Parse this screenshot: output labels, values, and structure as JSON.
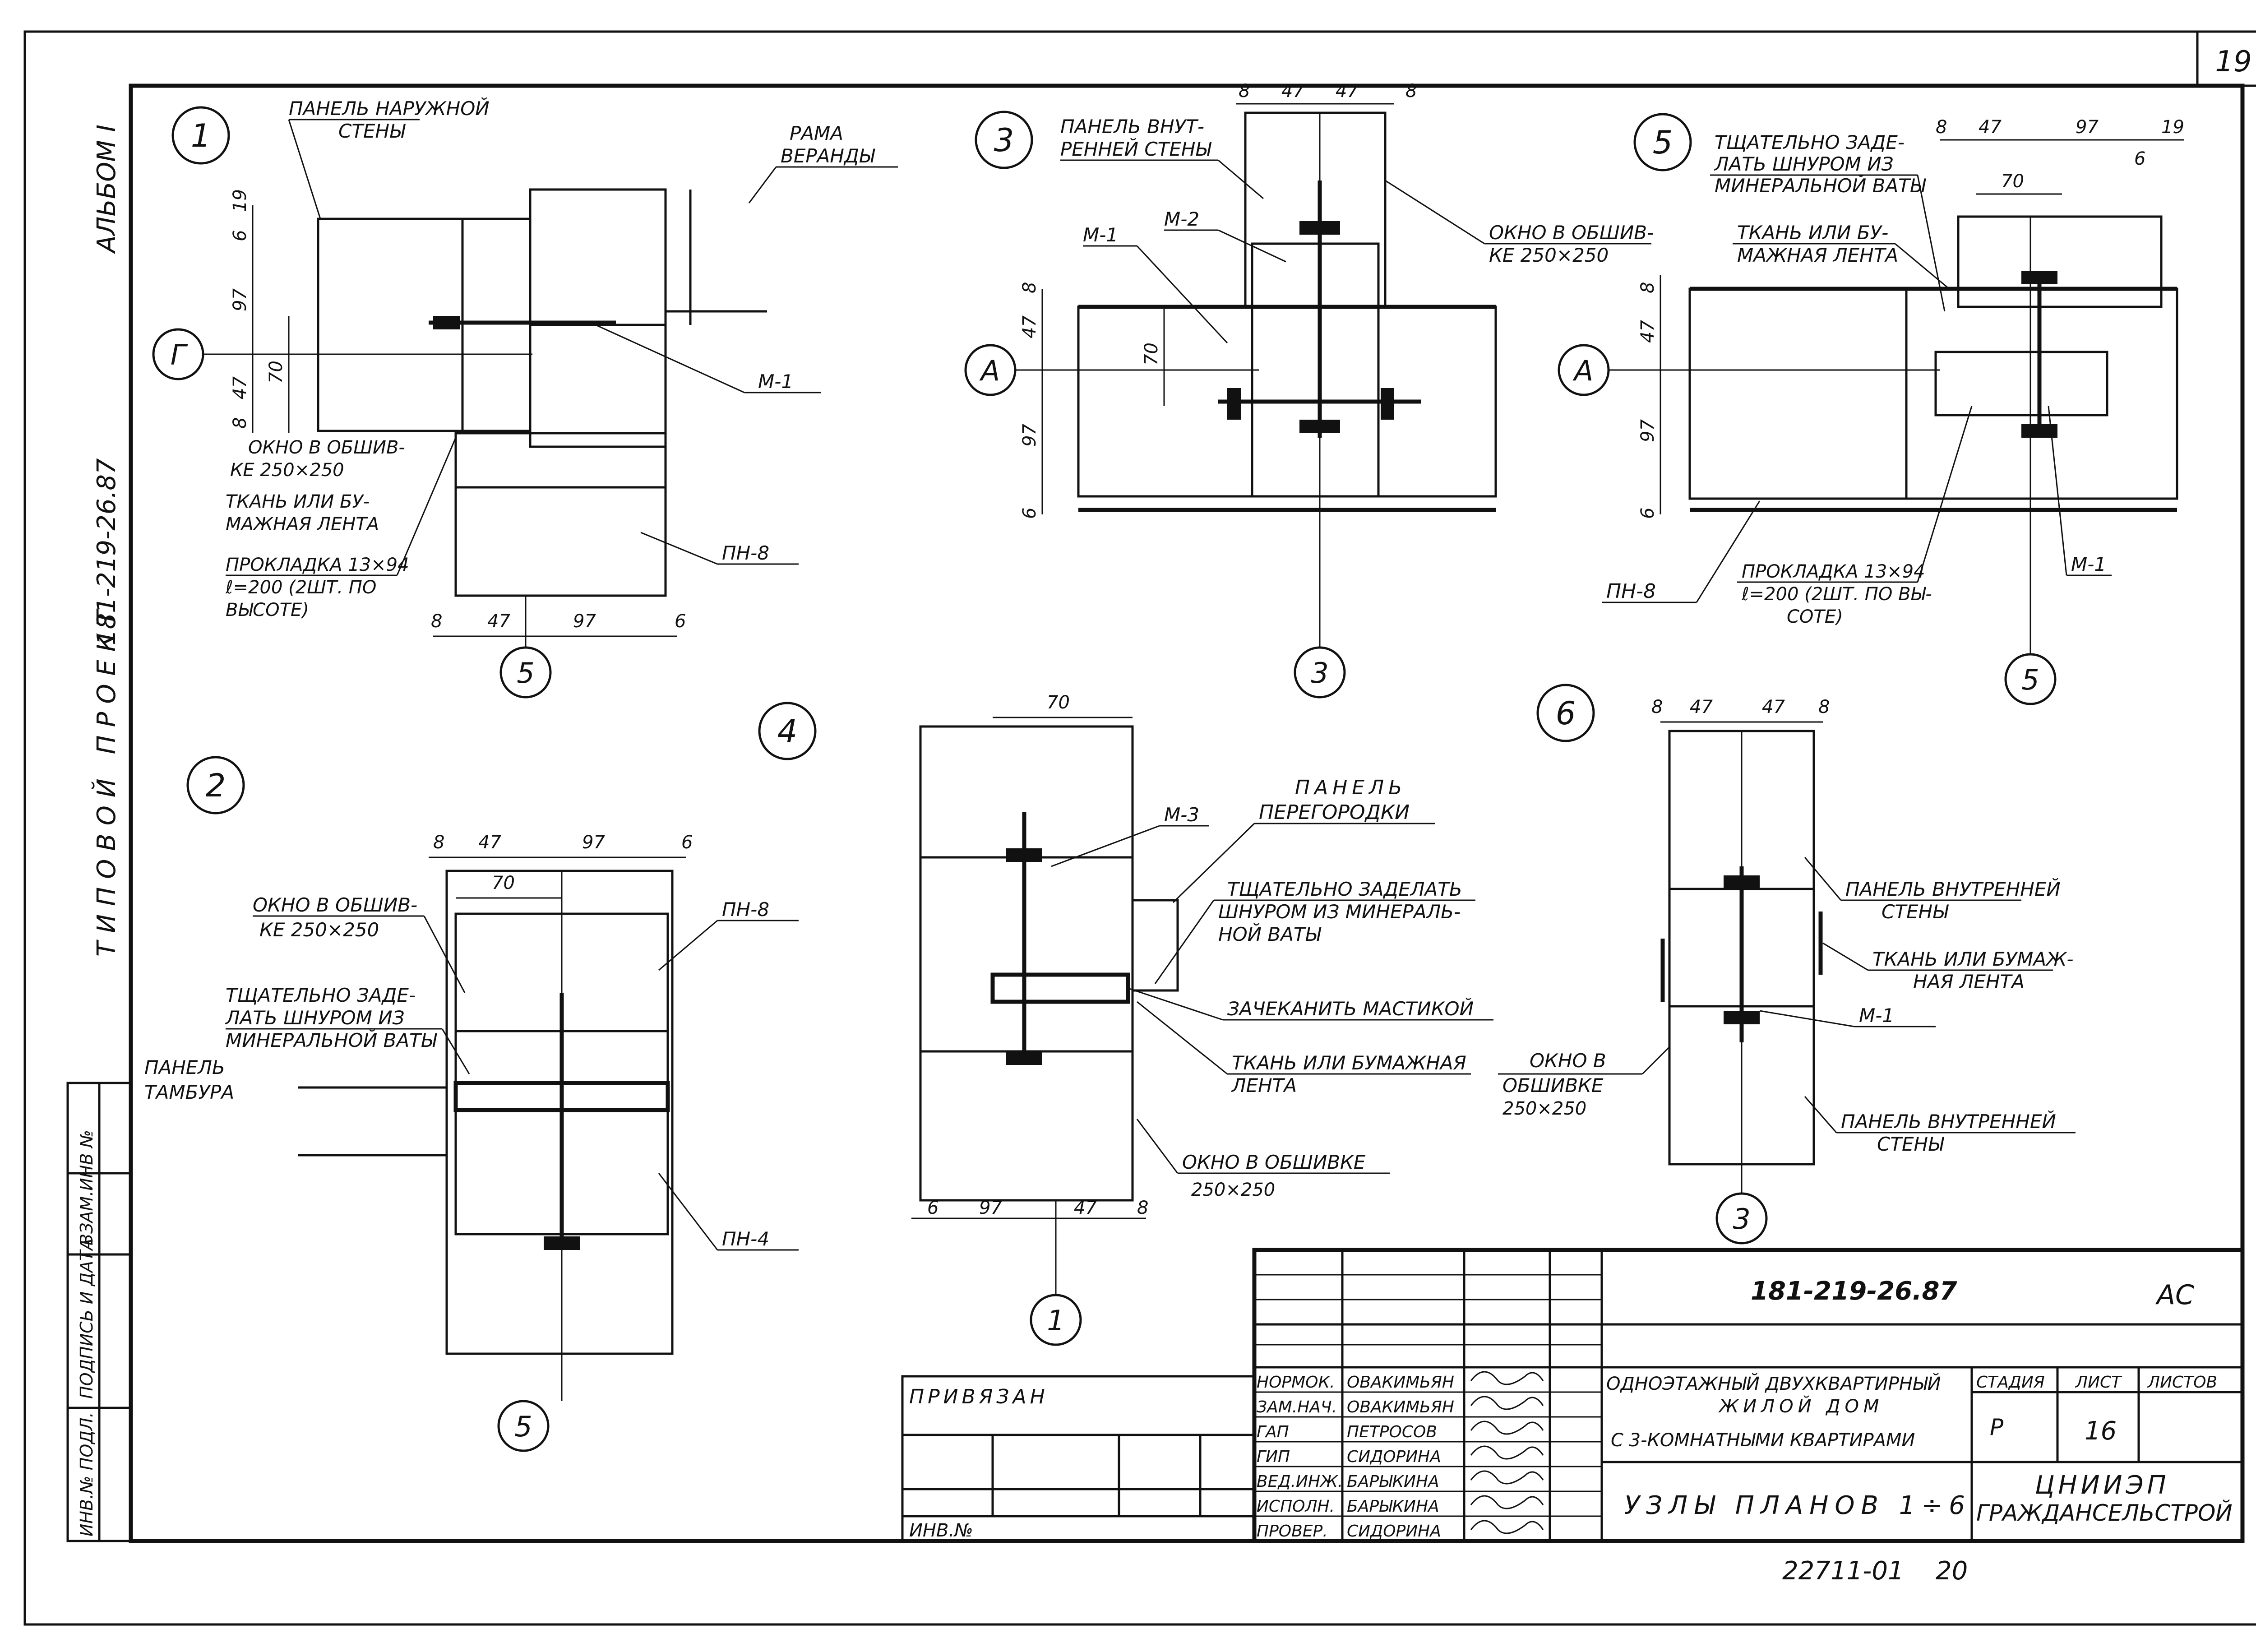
{
  "sheet": {
    "sheet_number": "19",
    "side_album": "АЛЬБОМ I",
    "side_project_label": "ТИПОВОЙ ПРОЕКТ",
    "side_project_code": "181-219-26.87",
    "side_stamps": [
      "ИНВ.№ ПОДЛ.",
      "ПОДПИСЬ И ДАТА",
      "ВЗАМ.ИНВ №"
    ]
  },
  "nodes": {
    "n1": {
      "marker": "1",
      "axis": "Г",
      "bottom_axis": "5",
      "labels": [
        "ПАНЕЛЬ НАРУЖНОЙ",
        "СТЕНЫ",
        "РАМА",
        "ВЕРАНДЫ",
        "М-1",
        "ОКНО В ОБШИВ-",
        "КЕ 250×250",
        "ТКАНЬ ИЛИ БУ-",
        "МАЖНАЯ ЛЕНТА",
        "ПРОКЛАДКА 13×94",
        "ℓ=200 (2ШТ. ПО",
        "ВЫСОТЕ)",
        "ПН-8"
      ],
      "dims_side": [
        "6",
        "19",
        "97",
        "70",
        "47",
        "8"
      ],
      "dims_bottom": [
        "8",
        "47",
        "97",
        "6"
      ]
    },
    "n2": {
      "marker": "2",
      "bottom_axis": "5",
      "labels": [
        "ОКНО В ОБШИВ-",
        "КЕ 250×250",
        "ТЩАТЕЛЬНО ЗАДЕ-",
        "ЛАТЬ ШНУРОМ ИЗ",
        "МИНЕРАЛЬНОЙ ВАТЫ",
        "ПАНЕЛЬ",
        "ТАМБУРА",
        "ПН-8",
        "ПН-4"
      ],
      "dims_top": [
        "8",
        "47",
        "97",
        "6",
        "70"
      ]
    },
    "n3": {
      "marker": "3",
      "axis": "А",
      "bottom_axis": "3",
      "labels": [
        "ПАНЕЛЬ ВНУТ-",
        "РЕННЕЙ СТЕНЫ",
        "М-1",
        "М-2",
        "ОКНО В ОБШИВ-",
        "КЕ 250×250"
      ],
      "dims_top": [
        "8",
        "47",
        "47",
        "8"
      ],
      "dims_side": [
        "8",
        "47",
        "70",
        "97",
        "6"
      ]
    },
    "n4": {
      "marker": "4",
      "bottom_axis": "1",
      "labels": [
        "М-3",
        "ПАНЕЛЬ",
        "ПЕРЕГОРОДКИ",
        "ТЩАТЕЛЬНО ЗАДЕЛАТЬ",
        "ШНУРОМ ИЗ МИНЕРАЛЬ-",
        "НОЙ ВАТЫ",
        "ЗАЧЕКАНИТЬ МАСТИКОЙ",
        "ТКАНЬ ИЛИ БУМАЖНАЯ",
        "ЛЕНТА",
        "ОКНО В ОБШИВКЕ",
        "250×250"
      ],
      "dims_top": [
        "70"
      ],
      "dims_bottom": [
        "6",
        "97",
        "47",
        "8"
      ]
    },
    "n5": {
      "marker": "5",
      "axis": "А",
      "bottom_axis": "5",
      "labels": [
        "ТЩАТЕЛЬНО ЗАДЕ-",
        "ЛАТЬ ШНУРОМ ИЗ",
        "МИНЕРАЛЬНОЙ ВАТЫ",
        "ТКАНЬ ИЛИ БУ-",
        "МАЖНАЯ ЛЕНТА",
        "ПН-8",
        "ПРОКЛАДКА 13×94",
        "ℓ=200 (2ШТ. ПО ВЫ-",
        "СОТЕ)",
        "М-1"
      ],
      "dims_top": [
        "8",
        "47",
        "97",
        "19",
        "70",
        "6"
      ],
      "dims_side": [
        "8",
        "47",
        "97",
        "6"
      ]
    },
    "n6": {
      "marker": "6",
      "bottom_axis": "3",
      "labels": [
        "ПАНЕЛЬ ВНУТРЕННЕЙ",
        "СТЕНЫ",
        "ТКАНЬ ИЛИ БУМАЖ-",
        "НАЯ ЛЕНТА",
        "М-1",
        "ОКНО В",
        "ОБШИВКЕ",
        "250×250",
        "ПАНЕЛЬ ВНУТРЕННЕЙ",
        "СТЕНЫ"
      ],
      "dims_top": [
        "8",
        "47",
        "47",
        "8"
      ]
    }
  },
  "title_block": {
    "privyazan": "ПРИВЯЗАН",
    "inv_no": "ИНВ.№",
    "code": "181-219-26.87",
    "mark": "АС",
    "roles": [
      {
        "role": "НОРМОК.",
        "name": "ОВАКИМЬЯН"
      },
      {
        "role": "ЗАМ.НАЧ.",
        "name": "ОВАКИМЬЯН"
      },
      {
        "role": "ГАП",
        "name": "ПЕТРОСОВ"
      },
      {
        "role": "ГИП",
        "name": "СИДОРИНА"
      },
      {
        "role": "ВЕД.ИНЖ.",
        "name": "БАРЫКИНА"
      },
      {
        "role": "ИСПОЛН.",
        "name": "БАРЫКИНА"
      },
      {
        "role": "ПРОВЕР.",
        "name": "СИДОРИНА"
      }
    ],
    "object_line1": "ОДНОЭТАЖНЫЙ ДВУХКВАРТИРНЫЙ",
    "object_line2": "ЖИЛОЙ ДОМ",
    "object_line3": "С 3-КОМНАТНЫМИ КВАРТИРАМИ",
    "stage_header": "СТАДИЯ",
    "sheet_header": "ЛИСТ",
    "sheets_header": "ЛИСТОВ",
    "stage": "Р",
    "sheet": "16",
    "sheets": "",
    "drawing_name": "УЗЛЫ ПЛАНОВ 1÷6",
    "org_line1": "ЦНИИЭП",
    "org_line2": "ГРАЖДАНСЕЛЬСТРОЙ",
    "footer_code": "22711-01",
    "footer_num": "20"
  }
}
